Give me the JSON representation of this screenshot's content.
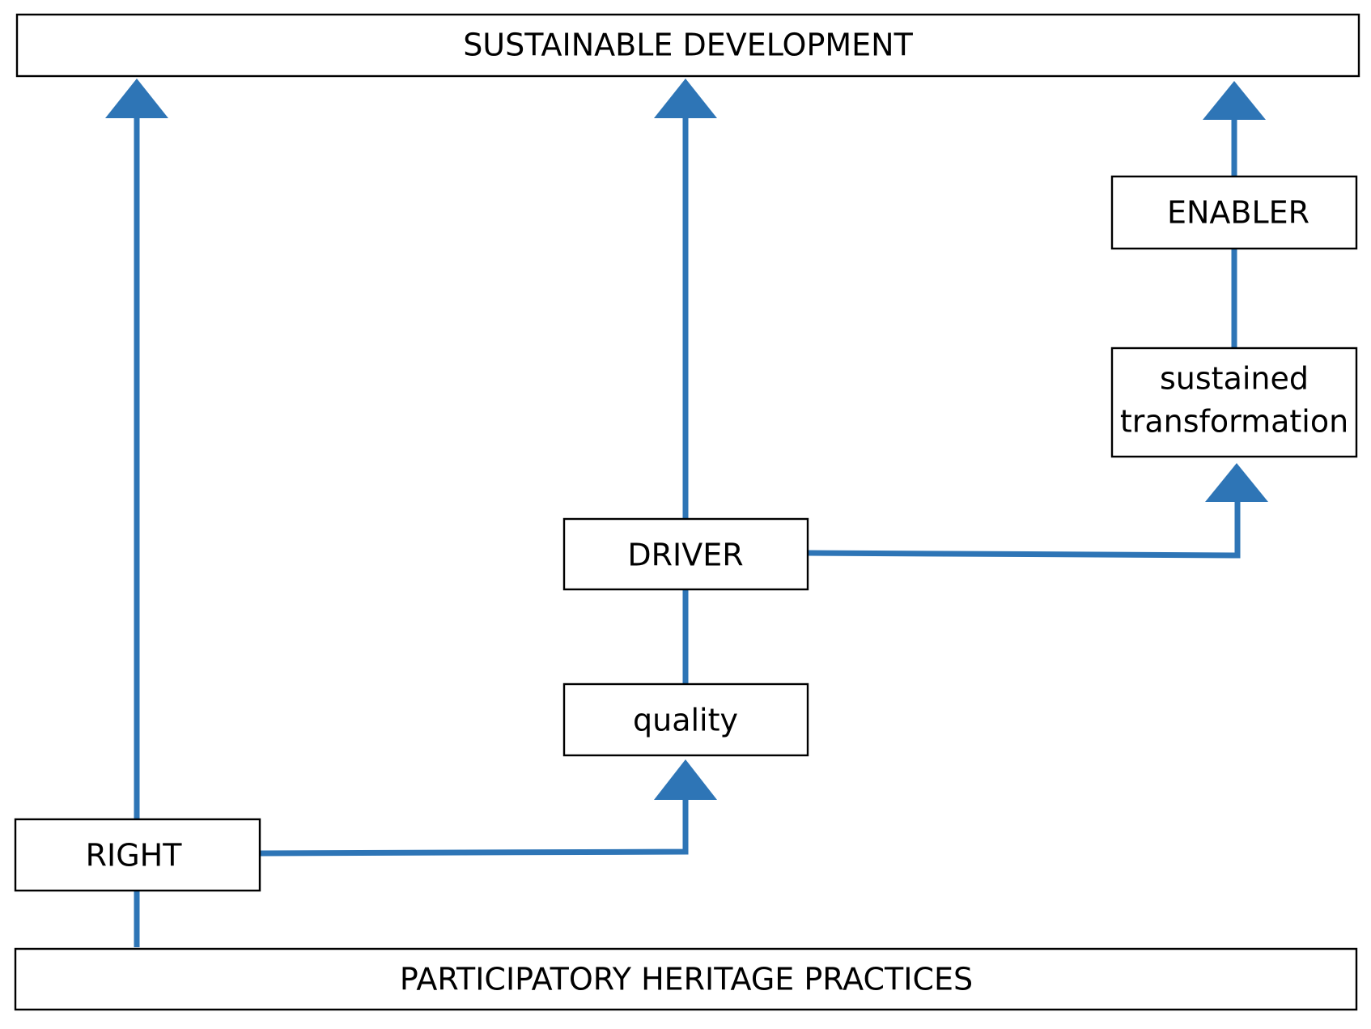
{
  "colors": {
    "connector": "#2E75B6",
    "box_border": "#000000",
    "box_fill": "#FFFFFF",
    "text": "#000000"
  },
  "nodes": {
    "sustainable_development": "SUSTAINABLE DEVELOPMENT",
    "enabler": "ENABLER",
    "sustained_transformation_line1": "sustained",
    "sustained_transformation_line2": "transformation",
    "driver": "DRIVER",
    "quality": "quality",
    "right": "RIGHT",
    "participatory_heritage_practices": "PARTICIPATORY HERITAGE PRACTICES"
  },
  "connections": [
    {
      "from": "participatory_heritage_practices",
      "to": "right",
      "arrow": false
    },
    {
      "from": "right",
      "to": "sustainable_development",
      "arrow": true
    },
    {
      "from": "right",
      "to": "quality",
      "arrow": true
    },
    {
      "from": "quality",
      "to": "driver",
      "arrow": false
    },
    {
      "from": "driver",
      "to": "sustainable_development",
      "arrow": true
    },
    {
      "from": "driver",
      "to": "sustained_transformation",
      "arrow": true
    },
    {
      "from": "sustained_transformation",
      "to": "enabler",
      "arrow": false
    },
    {
      "from": "enabler",
      "to": "sustainable_development",
      "arrow": true
    }
  ]
}
